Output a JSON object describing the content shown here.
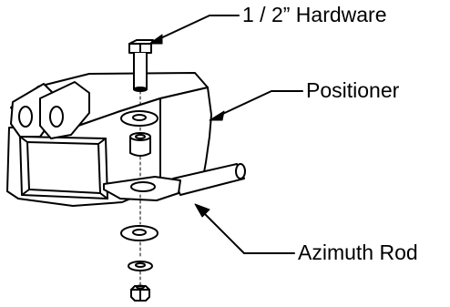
{
  "callouts": {
    "hardware": "1 / 2” Hardware",
    "positioner": "Positioner",
    "azimuth_rod": "Azimuth Rod"
  },
  "colors": {
    "line": "#000000",
    "background": "#ffffff"
  }
}
